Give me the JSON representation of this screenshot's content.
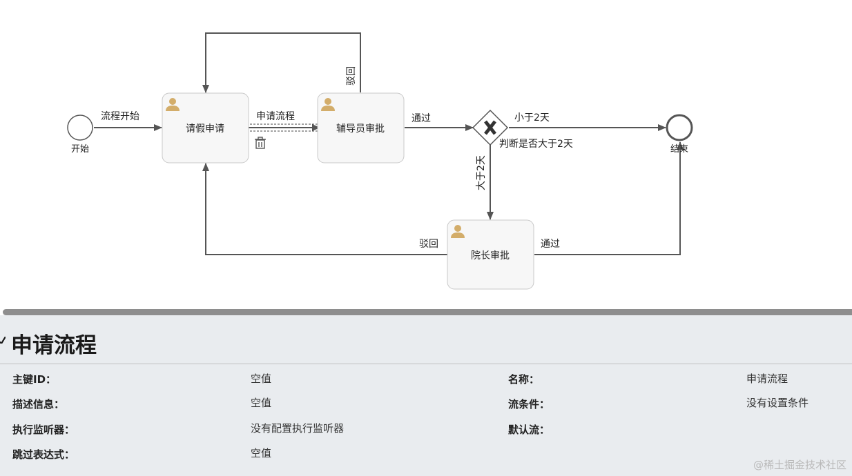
{
  "diagram": {
    "start_event": {
      "label": "开始"
    },
    "end_event": {
      "label": "结束"
    },
    "tasks": [
      {
        "id": "leave-request",
        "label": "请假申请"
      },
      {
        "id": "counselor-approval",
        "label": "辅导员审批"
      },
      {
        "id": "dean-approval",
        "label": "院长审批"
      }
    ],
    "gateway": {
      "label": "判断是否大于2天",
      "type": "exclusive"
    },
    "flows": {
      "start_to_request": "流程开始",
      "request_to_counselor": "申请流程",
      "counselor_reject": "驳回",
      "counselor_pass": "通过",
      "gateway_less": "小于2天",
      "gateway_more": "大于2天",
      "dean_reject": "驳回",
      "dean_pass": "通过"
    },
    "colors": {
      "line": "#555555",
      "task_fill": "#f7f7f7",
      "task_stroke": "#c8c8c8",
      "user_icon": "#d3ad6a",
      "selected": "#444444"
    }
  },
  "properties": {
    "title": "申请流程",
    "rows": [
      {
        "left_label": "主键ID：",
        "left_value": "空值",
        "right_label": "名称：",
        "right_value": "申请流程"
      },
      {
        "left_label": "描述信息：",
        "left_value": "空值",
        "right_label": "流条件：",
        "right_value": "没有设置条件"
      },
      {
        "left_label": "执行监听器：",
        "left_value": "没有配置执行监听器",
        "right_label": "默认流：",
        "right_value": ""
      },
      {
        "left_label": "跳过表达式：",
        "left_value": "空值",
        "right_label": "",
        "right_value": ""
      }
    ]
  },
  "watermark": "@稀土掘金技术社区"
}
